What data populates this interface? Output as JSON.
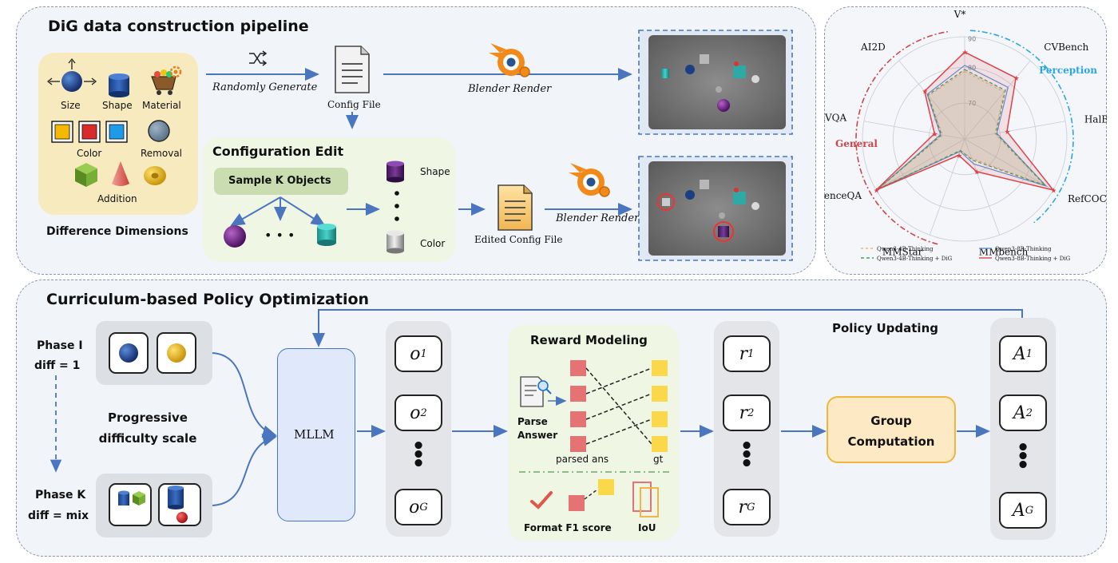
{
  "top_mark": "...",
  "pipeline": {
    "title": "DiG data construction pipeline",
    "dimensions": {
      "size": "Size",
      "shape": "Shape",
      "material": "Material",
      "color": "Color",
      "removal": "Removal",
      "addition": "Addition",
      "caption": "Difference Dimensions"
    },
    "randomly_generate": "Randomly Generate",
    "config_file": "Config File",
    "blender_render_1": "Blender Render",
    "config_edit_title": "Configuration Edit",
    "sample_k": "Sample K Objects",
    "shape_lbl": "Shape",
    "color_lbl": "Color",
    "edited_config": "Edited Config File",
    "blender_render_2": "Blender Render",
    "ellipsis": "• • •",
    "vdots": "•\n•\n•"
  },
  "radar": {
    "categories": [
      "V*",
      "CVBench",
      "HalBench",
      "RefCOCO",
      "MMbench",
      "MMStar",
      "ScienceQA",
      "TextVQA",
      "AI2D"
    ],
    "rings": [
      "70",
      "80",
      "90"
    ],
    "perception_label": "Perception",
    "general_label": "General",
    "legend": [
      "Qwen3-4B-Thinking",
      "Qwen3-8B-Thinking",
      "Qwen3-4B-Thinking + DiG",
      "Qwen3-8B-Thinking + DiG"
    ],
    "colors": {
      "q4": "#f2b37a",
      "q8": "#5b93d6",
      "q4dig": "#3f9e5a",
      "q8dig": "#d9454a",
      "perception": "#2aa6e6",
      "general": "#c9474b"
    }
  },
  "chart_data": {
    "type": "radar",
    "categories": [
      "V*",
      "CVBench",
      "HalBench",
      "RefCOCO",
      "MMbench",
      "MMStar",
      "ScienceQA",
      "TextVQA",
      "AI2D"
    ],
    "series": [
      {
        "name": "Qwen3-4B-Thinking",
        "values": [
          0.66,
          0.6,
          0.3,
          0.9,
          0.2,
          0.12,
          0.98,
          0.22,
          0.55
        ]
      },
      {
        "name": "Qwen3-8B-Thinking",
        "values": [
          0.72,
          0.66,
          0.32,
          0.92,
          0.26,
          0.13,
          0.98,
          0.24,
          0.57
        ]
      },
      {
        "name": "Qwen3-4B-Thinking + DiG",
        "values": [
          0.68,
          0.62,
          0.31,
          0.91,
          0.22,
          0.12,
          0.98,
          0.23,
          0.56
        ]
      },
      {
        "name": "Qwen3-8B-Thinking + DiG",
        "values": [
          0.85,
          0.78,
          0.42,
          1.0,
          0.34,
          0.17,
          1.0,
          0.3,
          0.61
        ]
      }
    ],
    "ring_labels": [
      "70",
      "80",
      "90"
    ]
  },
  "cpo": {
    "title": "Curriculum-based Policy Optimization",
    "phase1": "Phase I",
    "diff1": "diff = 1",
    "phaseK": "Phase K",
    "diffK": "diff = mix",
    "progressive": "Progressive difficulty scale",
    "mllm": "MLLM",
    "outputs": [
      {
        "base": "o",
        "sub": "1"
      },
      {
        "base": "o",
        "sub": "2"
      },
      {
        "base": "o",
        "sub": "G"
      }
    ],
    "reward_title": "Reward Modeling",
    "parse_answer": "Parse Answer",
    "parsed_ans": "parsed ans",
    "gt": "gt",
    "format_f1": "Format F1 score",
    "iou": "IoU",
    "rewards": [
      {
        "base": "r",
        "sub": "1"
      },
      {
        "base": "r",
        "sub": "2"
      },
      {
        "base": "r",
        "sub": "G"
      }
    ],
    "policy_updating": "Policy Updating",
    "group_computation": "Group Computation",
    "advantages": [
      {
        "base": "A",
        "sub": "1"
      },
      {
        "base": "A",
        "sub": "2"
      },
      {
        "base": "A",
        "sub": "G"
      }
    ],
    "vdots": "•\n•\n•"
  }
}
